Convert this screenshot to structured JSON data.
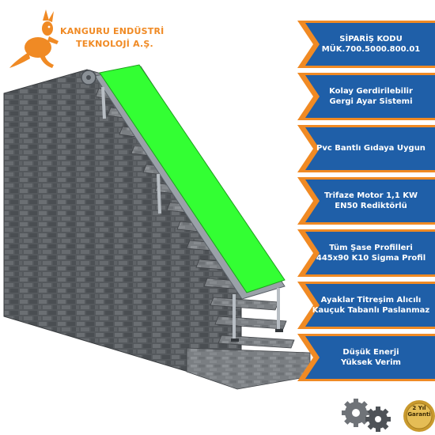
{
  "logo": {
    "line1": "KANGURU ENDÜSTRİ",
    "line2": "TEKNOLOJİ A.Ş."
  },
  "features": [
    {
      "line1": "SİPARİŞ KODU",
      "line2": "MÜK.700.5000.800.01"
    },
    {
      "line1": "Kolay Gerdirilebilir",
      "line2": "Gergi Ayar Sistemi"
    },
    {
      "line1": "Pvc Bantlı Gıdaya Uygun",
      "line2": ""
    },
    {
      "line1": "Trifaze Motor 1,1 KW",
      "line2": "EN50 Rediktörlü"
    },
    {
      "line1": "Tüm Şase Profilleri",
      "line2": "445x90 K10 Sigma Profil"
    },
    {
      "line1": "Ayaklar Titreşim Alıcılı",
      "line2": "Kauçuk Tabanlı Paslanmaz"
    },
    {
      "line1": "Düşük Enerji",
      "line2": "Yüksek Verim"
    }
  ],
  "badge": {
    "line1": "2 Yıl",
    "line2": "Garanti"
  },
  "colors": {
    "accent_orange": "#f08a24",
    "banner_blue": "#1f5fa8",
    "belt_green": "#33ff33",
    "stone_gray": "#5c6064",
    "badge_gold": "#c99a2e"
  },
  "icons": [
    "kangaroo-logo-icon",
    "gears-icon",
    "warranty-badge-icon"
  ]
}
